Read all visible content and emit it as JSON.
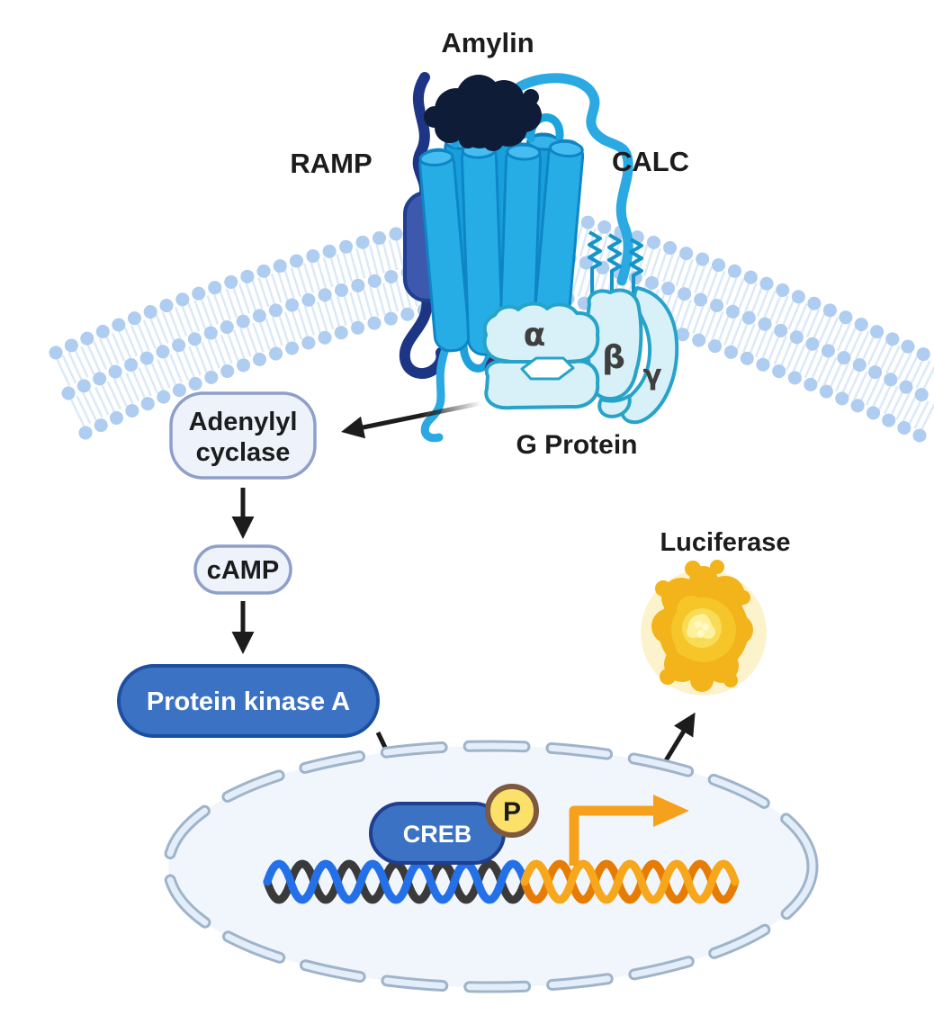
{
  "diagram": {
    "labels": {
      "amylin": "Amylin",
      "ramp": "RAMP",
      "calc": "CALC",
      "alpha": "α",
      "beta": "β",
      "gamma": "γ",
      "g_protein": "G Protein",
      "adenylyl_line1": "Adenylyl",
      "adenylyl_line2": "cyclase",
      "camp": "cAMP",
      "pka": "Protein kinase A",
      "creb": "CREB",
      "phosphate": "P",
      "luciferase": "Luciferase"
    },
    "colors": {
      "receptor_blue": "#27ADE6",
      "ramp_navy": "#1D3584",
      "amylin_dark": "#0F1C38",
      "calc_lightblue": "#2AA9E2",
      "membrane_head": "#AECDF0",
      "membrane_tail": "#DCE9F8",
      "gprotein_fill": "#D8F1F9",
      "gprotein_stroke": "#27A3C9",
      "node_fill": "#EEF2FB",
      "node_stroke": "#8E9FC9",
      "pill_blue": "#3B72C4",
      "pill_stroke": "#1D4FA1",
      "phosphate_fill": "#FBE06A",
      "phosphate_ring": "#7D5A3F",
      "dna_blue": "#2470E8",
      "dna_dark": "#3A3A3A",
      "dna_orange_light": "#F7A71B",
      "dna_orange_dark": "#E67C04",
      "transcription_arrow": "#F5A11C",
      "nucleus_fill": "#F1F6FD",
      "nucleus_dash": "#9FB4C9",
      "luciferase_gold": "#F2B31B",
      "arrow_black": "#1C1C1C"
    }
  }
}
